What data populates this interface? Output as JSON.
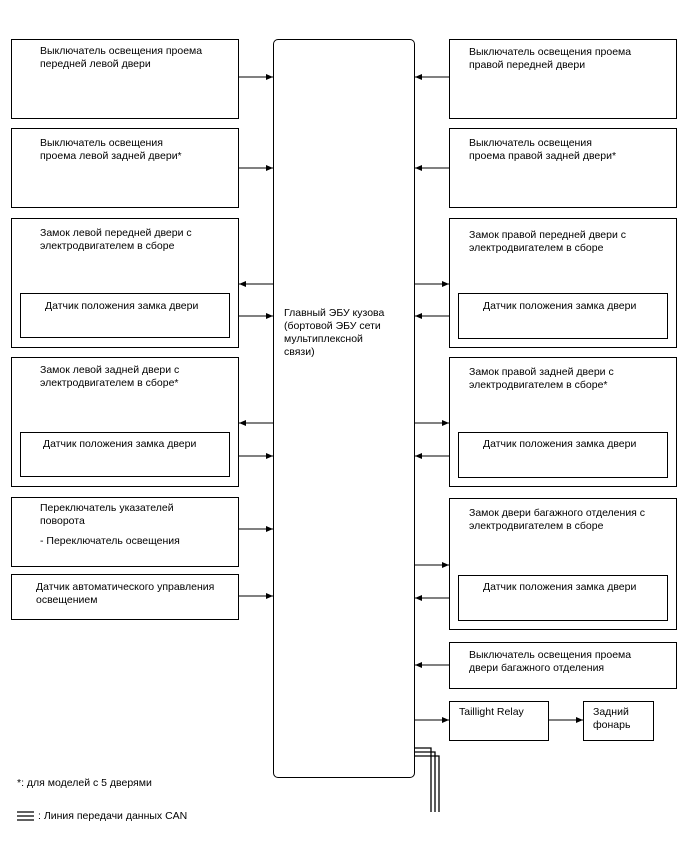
{
  "ecu": {
    "label": "Главный ЭБУ кузова\n(бортовой ЭБУ сети\nмультиплексной\nсвязи)"
  },
  "left": {
    "fl_courtesy": "Выключатель освещения проема\nпередней левой двери",
    "rl_courtesy": "Выключатель освещения\nпроема левой задней двери*",
    "fl_lock": "Замок левой передней двери с\nэлектродвигателем в сборе",
    "fl_lock_sensor": "Датчик положения замка двери",
    "rl_lock": "Замок левой задней двери с\nэлектродвигателем в сборе*",
    "rl_lock_sensor": "Датчик положения замка двери",
    "turn_switch": "Переключатель указателей\nповорота",
    "turn_switch_sub": "- Переключатель освещения",
    "auto_light_sensor": "Датчик автоматического управления\nосвещением"
  },
  "right": {
    "fr_courtesy": "Выключатель освещения проема\nправой передней двери",
    "rr_courtesy": "Выключатель освещения\nпроема правой задней двери*",
    "fr_lock": "Замок правой передней двери с\nэлектродвигателем в сборе",
    "fr_lock_sensor": "Датчик положения замка двери",
    "rr_lock": "Замок правой задней двери с\nэлектродвигателем в сборе*",
    "rr_lock_sensor": "Датчик положения замка двери",
    "bd_lock": "Замок двери багажного отделения с\nэлектродвигателем в сборе",
    "bd_lock_sensor": "Датчик положения замка двери",
    "bd_courtesy": "Выключатель освещения проема\nдвери багажного отделения",
    "taillight_relay": "Taillight Relay",
    "tail_light": "Задний\nфонарь"
  },
  "notes": {
    "footnote": "*: для моделей с 5 дверями",
    "can_legend": ": Линия передачи данных CAN"
  }
}
